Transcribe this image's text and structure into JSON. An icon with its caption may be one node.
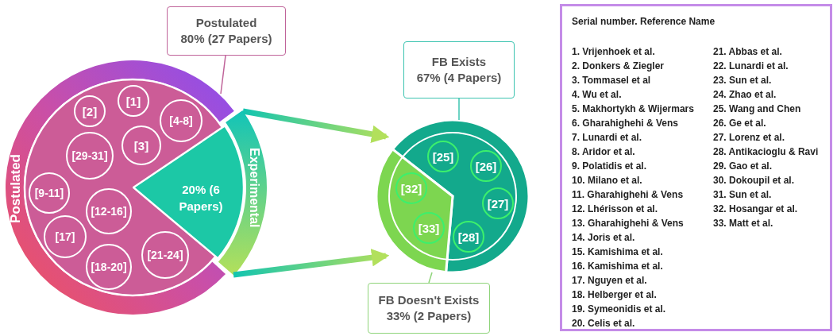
{
  "diagram": {
    "nodes": [
      {
        "text": [
          "Postulated",
          "80% (27 Papers)"
        ]
      },
      {
        "text": [
          "Postulated"
        ]
      },
      {
        "text": [
          "Experimental",
          "20% (6 Papers)"
        ]
      },
      {
        "text": [
          "[2]"
        ],
        "in": 1
      },
      {
        "text": [
          "[1]"
        ],
        "in": 1
      },
      {
        "text": [
          "[4-8]"
        ],
        "in": 1
      },
      {
        "text": [
          "[29-31]"
        ],
        "in": 1
      },
      {
        "text": [
          "[3]"
        ],
        "in": 1
      },
      {
        "text": [
          "[9-11]"
        ],
        "in": 1
      },
      {
        "text": [
          "[12-16]"
        ],
        "in": 1
      },
      {
        "text": [
          "[17]"
        ],
        "in": 1
      },
      {
        "text": [
          "[18-20]"
        ],
        "in": 1
      },
      {
        "text": [
          "[21-24]"
        ],
        "in": 1
      },
      {
        "text": [
          "FB Exists",
          "67% (4 Papers)"
        ]
      },
      {
        "text": [],
        "shape": "circle"
      },
      {
        "text": [
          "[25]"
        ],
        "in": 14
      },
      {
        "text": [
          "[26]"
        ],
        "in": 14
      },
      {
        "text": [
          "[32]"
        ],
        "in": 14
      },
      {
        "text": [
          "[27]"
        ],
        "in": 14
      },
      {
        "text": [
          "[33]"
        ],
        "in": 14
      },
      {
        "text": [
          "[28]"
        ],
        "in": 14
      },
      {
        "text": [
          "FB Doesn't Exists",
          "33% (2 Papers)"
        ]
      },
      {
        "text": [
          "Serial number. Reference Name"
        ]
      }
    ],
    "edges": [
      {
        "from": 0,
        "to": 1,
        "arrow": "none",
        "color": "#c0649a"
      },
      {
        "from": 2,
        "to": 14,
        "arrow": "to",
        "style": "thick"
      },
      {
        "from": 2,
        "to": 14,
        "arrow": "to",
        "style": "thick"
      },
      {
        "from": 13,
        "to": 14,
        "arrow": "none",
        "color": "#3cc4b0"
      },
      {
        "from": 21,
        "to": 14,
        "arrow": "none",
        "color": "#8fd47a"
      }
    ],
    "labels": [
      "1. Vrijenhoek et al.",
      "2. Donkers & Ziegler",
      "3. Tommasel et al",
      "4. Wu et al.",
      "5. Makhortykh & Wijermars",
      "6. Gharahighehi & Vens",
      "7. Lunardi et al.",
      "8. Aridor et al.",
      "9. Polatidis et al.",
      "10. Milano et al.",
      "11. Gharahighehi & Vens",
      "12. Lhérisson et al.",
      "13. Gharahighehi & Vens",
      "14. Joris et al.",
      "15. Kamishima et al.",
      "16. Kamishima et al.",
      "17. Nguyen et al.",
      "18. Helberger et al.",
      "19. Symeonidis et al.",
      "20. Celis et al.",
      "21. Abbas et al.",
      "22. Lunardi et al.",
      "23. Sun et al.",
      "24. Zhao et al.",
      "25. Wang and Chen",
      "26. Ge et al.",
      "27. Lorenz et al.",
      "28. Antikacioglu & Ravi",
      "29. Gao et al.",
      "30. Dokoupil et al.",
      "31. Sun et al.",
      "32. Hosangar et al.",
      "33. Matt et al."
    ]
  }
}
